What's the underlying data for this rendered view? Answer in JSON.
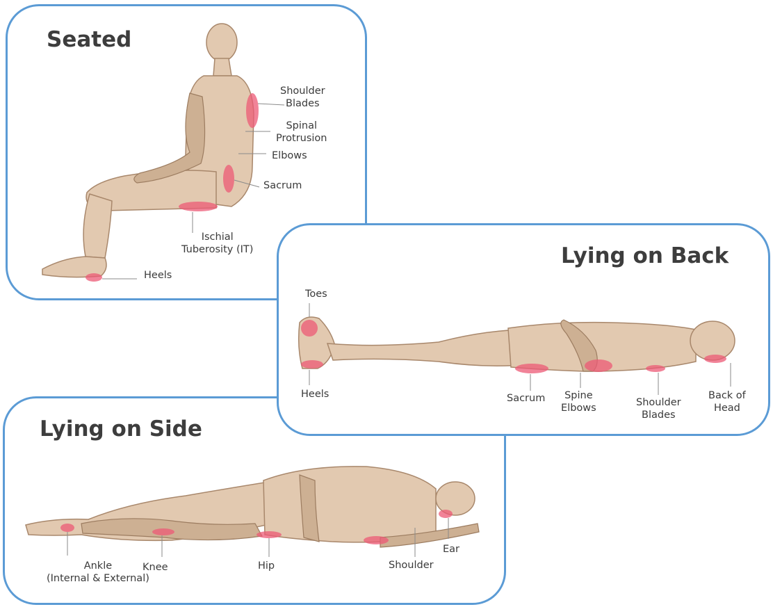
{
  "panels": {
    "seated": {
      "title": "Seated",
      "labels": {
        "shoulder_blades": "Shoulder\nBlades",
        "spinal_protrusion": "Spinal\nProtrusion",
        "elbows": "Elbows",
        "sacrum": "Sacrum",
        "ischial": "Ischial\nTuberosity (IT)",
        "heels": "Heels"
      }
    },
    "back": {
      "title": "Lying on Back",
      "labels": {
        "toes": "Toes",
        "heels": "Heels",
        "sacrum": "Sacrum",
        "spine_elbows": "Spine\nElbows",
        "shoulder_blades": "Shoulder\nBlades",
        "back_of_head": "Back of\nHead"
      }
    },
    "side": {
      "title": "Lying on Side",
      "labels": {
        "ankle": "Ankle\n(Internal & External)",
        "knee": "Knee",
        "hip": "Hip",
        "shoulder": "Shoulder",
        "ear": "Ear"
      }
    }
  },
  "colors": {
    "border": "#5b9bd5",
    "pressure_point": "#ec5a76",
    "skin": "#e2c9b0",
    "text": "#3a3a3a"
  },
  "icons": [
    "seated-figure-icon",
    "lying-on-back-figure-icon",
    "lying-on-side-figure-icon"
  ]
}
